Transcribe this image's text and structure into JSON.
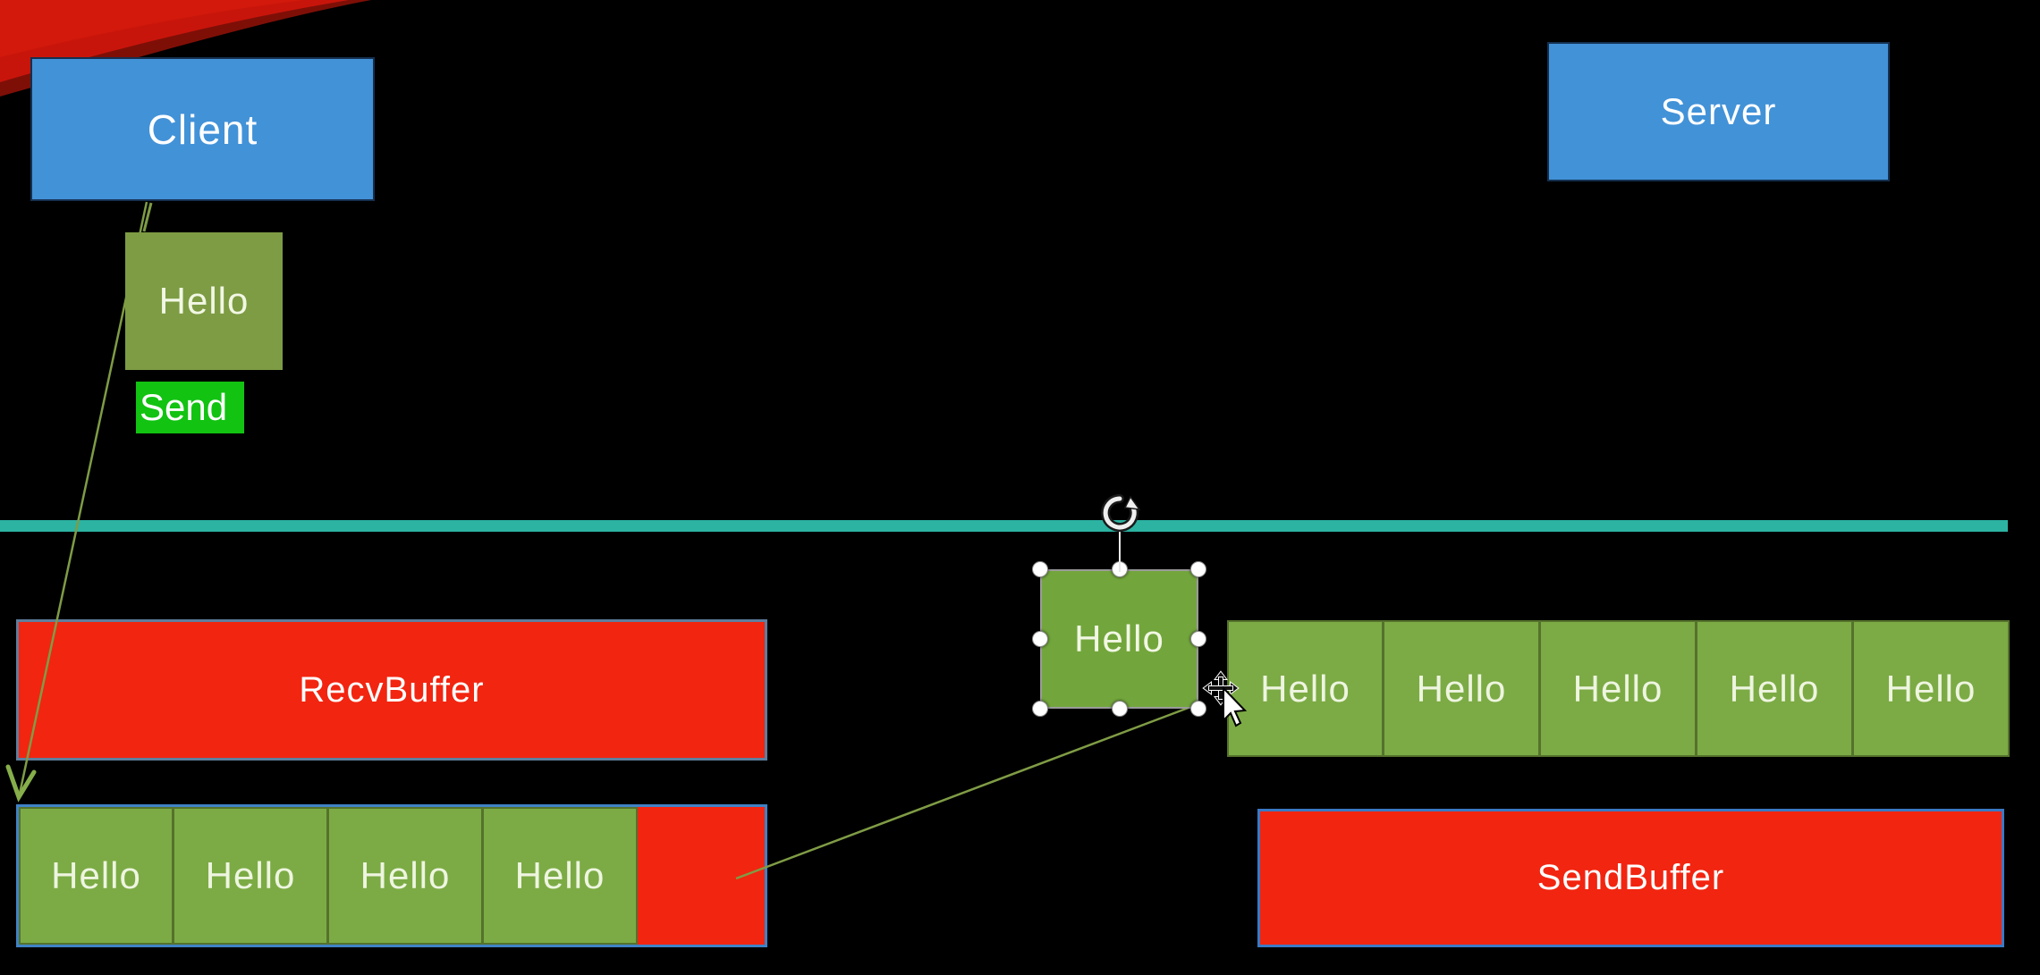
{
  "slide": {
    "client_label": "Client",
    "server_label": "Server",
    "client_message": {
      "label": "Hello"
    },
    "send_action_label": "Send",
    "recv_buffer_label": "RecvBuffer",
    "send_buffer_label": "SendBuffer",
    "selected_message": {
      "label": "Hello",
      "state": "selected",
      "handle_count": 8,
      "rotation_handle": true
    },
    "recv_row_cells": [
      "Hello",
      "Hello",
      "Hello",
      "Hello"
    ],
    "send_row_cells": [
      "Hello",
      "Hello",
      "Hello",
      "Hello",
      "Hello"
    ]
  },
  "colors": {
    "background": "#000000",
    "node_blue": "#4292d8",
    "hello_green": "#7d9c44",
    "cell_green": "#7cab45",
    "selected_green": "#72a63c",
    "send_green": "#12c312",
    "buffer_red": "#f22510",
    "recv_buffer_border": "#5e7e9e",
    "send_buffer_border": "#3a79c4",
    "recv_row_border": "#3f82c6",
    "timeline_teal": "#2cb3a2",
    "connector_olive": "#7f9c45",
    "decoration_red": "#c8150b"
  }
}
